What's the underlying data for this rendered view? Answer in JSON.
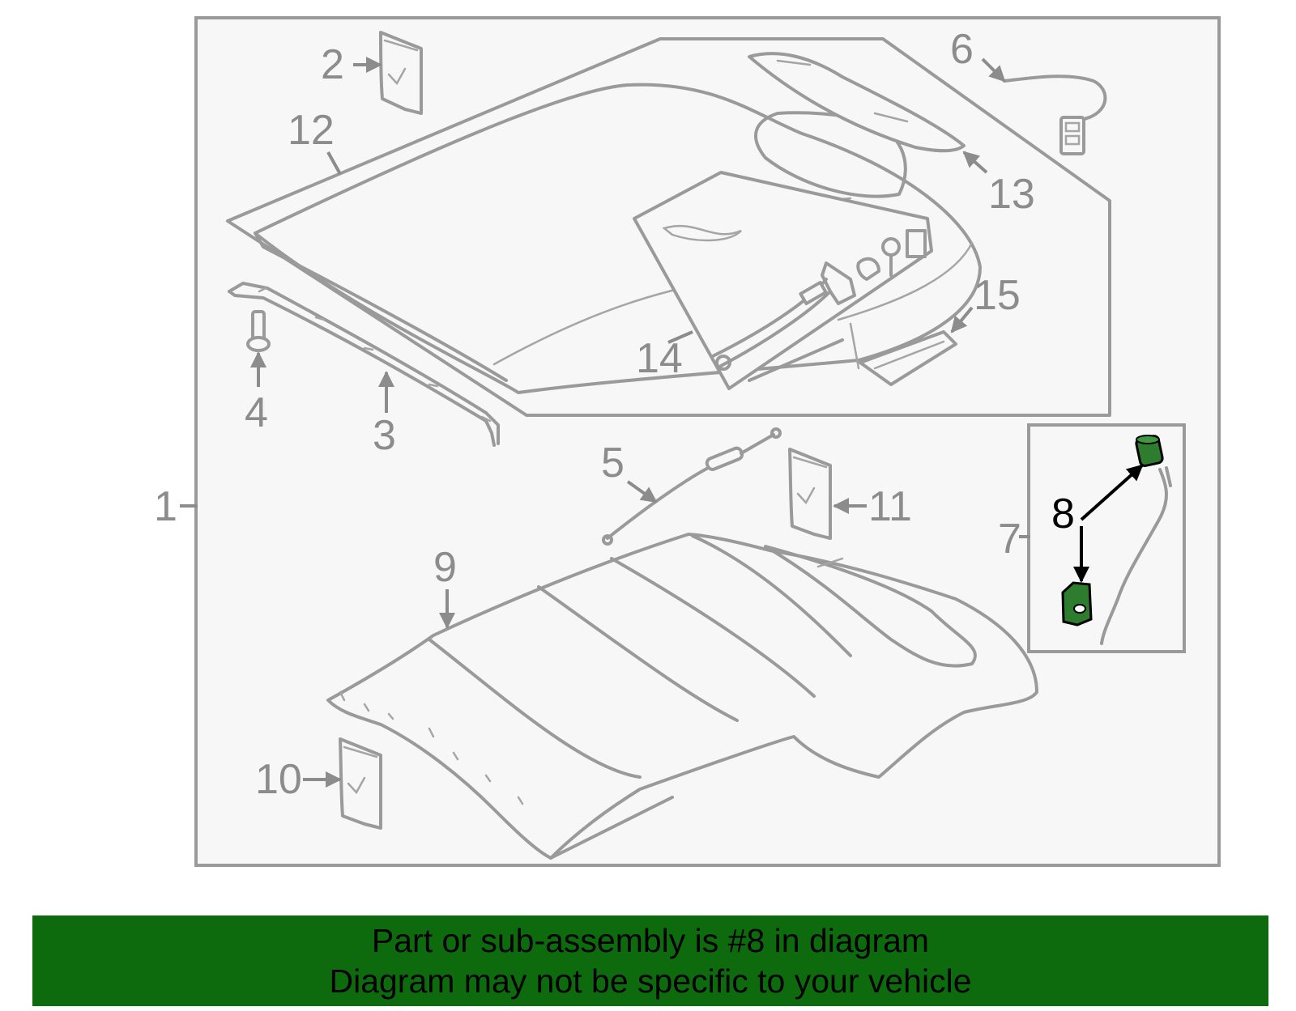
{
  "callouts": {
    "c1": "1",
    "c2": "2",
    "c3": "3",
    "c4": "4",
    "c5": "5",
    "c6": "6",
    "c7": "7",
    "c8": "8",
    "c9": "9",
    "c10": "10",
    "c11": "11",
    "c12": "12",
    "c13": "13",
    "c14": "14",
    "c15": "15"
  },
  "highlight": {
    "part": "8",
    "color": "#0d6b0d"
  },
  "banner": {
    "line1": "Part or sub-assembly is #8 in diagram",
    "line2": "Diagram may not be specific to your vehicle",
    "background": "#0d6b0d"
  }
}
